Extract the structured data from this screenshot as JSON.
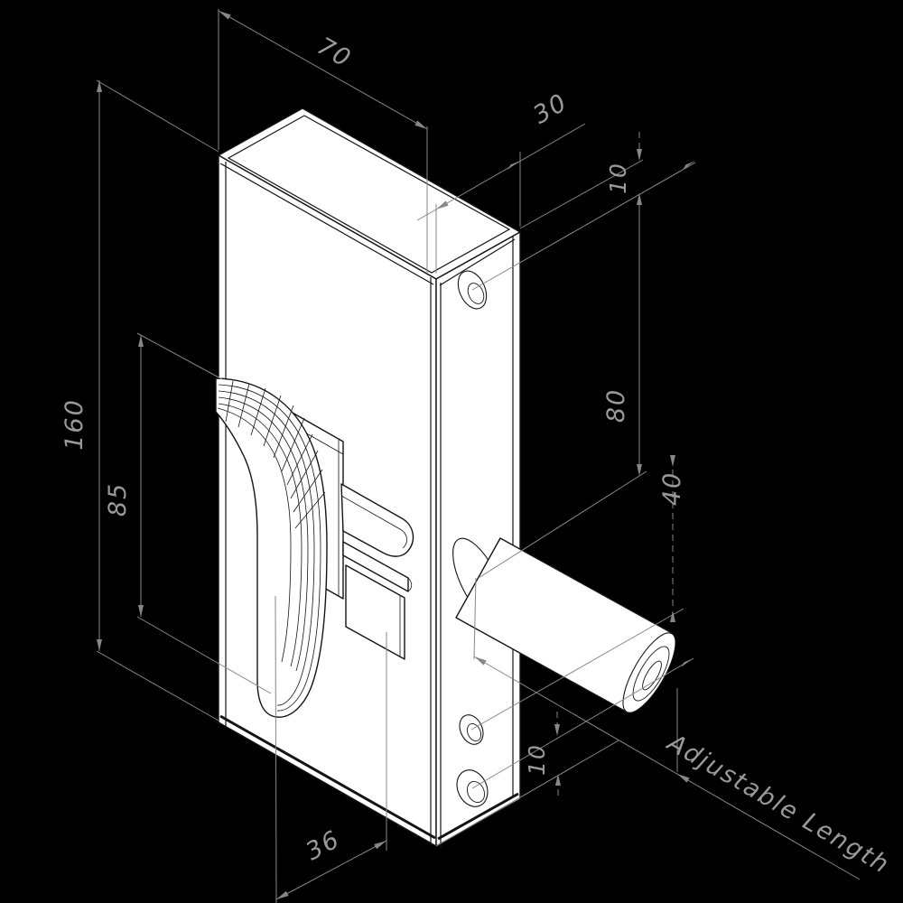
{
  "drawing": {
    "type": "isometric technical drawing",
    "subject": "gate lock body with handle and adjustable locking pin",
    "dimensions": {
      "width": "70",
      "depth": "30",
      "top_hole_offset": "10",
      "top_hole_to_pin": "80",
      "pin_to_lower_hole": "40",
      "overall_height": "160",
      "handle_length": "85",
      "lower_holes_gap": "10",
      "bolt_bottom_offset": "36",
      "pin_length_note": "Adjustable Length"
    },
    "colors": {
      "background": "#000000",
      "object_fill": "#ffffff",
      "object_line": "#141414",
      "dimension_line": "#878787",
      "dimension_text": "#9a9a9a"
    }
  }
}
